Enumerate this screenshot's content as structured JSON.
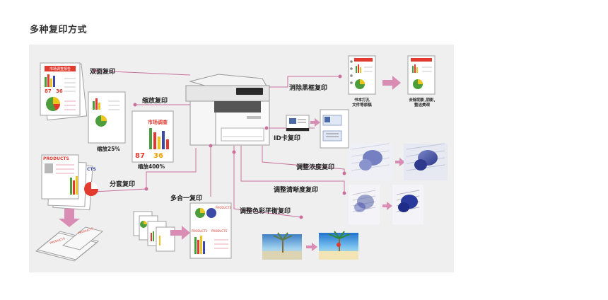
{
  "title": "多种复印方式",
  "diagram": {
    "labels": {
      "duplex": "双面复印",
      "zoom": "缩放复印",
      "zoom25": "缩放25%",
      "zoom400": "缩放400%",
      "sort": "分套复印",
      "nup": "多合一复印",
      "erase": "消除黑框复印",
      "idcard": "ID卡复印",
      "density": "调整浓度复印",
      "sharpness": "调整清晰度复印",
      "colorbalance": "调整色彩平衡复印",
      "erase_before": "书本打孔\n文件等原稿",
      "erase_after": "去除阴影,阴影,\n整洁美观"
    },
    "doc_texts": {
      "market_title": "市场调查报告",
      "market_small": "市场调查",
      "pct_a": "87",
      "pct_b": "36",
      "products": "PRODUCTS",
      "products_b": "CTS"
    },
    "colors": {
      "connector": "#c9719c",
      "arrow": "#d98cb4",
      "panel": "#efeff0",
      "red": "#e23a2e",
      "green": "#4c9e3c",
      "yellow": "#f0c419",
      "blue": "#3b4aa8"
    }
  }
}
